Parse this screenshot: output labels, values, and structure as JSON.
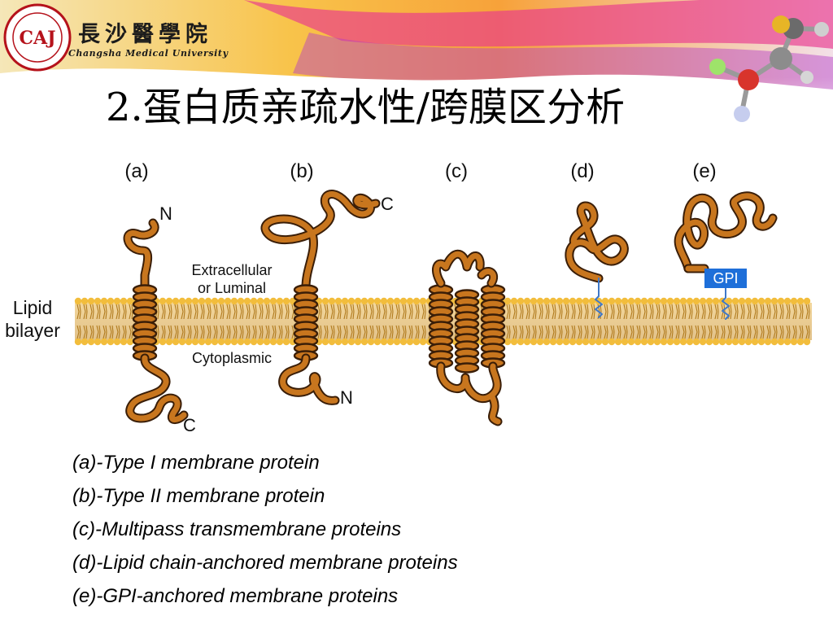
{
  "header": {
    "university_name_cn": "長沙醫學院",
    "university_name_en": "Changsha Medical University",
    "slide_title": "2.蛋白质亲疏水性/跨膜区分析"
  },
  "logo": {
    "emblem_text": "CAJ"
  },
  "diagram": {
    "panel_labels": [
      "(a)",
      "(b)",
      "(c)",
      "(d)",
      "(e)"
    ],
    "lipid_bilayer_label": [
      "Lipid",
      "bilayer"
    ],
    "extracellular_label": [
      "Extracellular",
      "or Luminal"
    ],
    "cytoplasmic_label": "Cytoplasmic",
    "terminus_labels": {
      "a_top": "N",
      "a_bottom": "C",
      "b_top": "C",
      "b_bottom": "N"
    },
    "gpi_label": "GPI"
  },
  "legend": {
    "items": [
      "(a)-Type I membrane protein",
      "(b)-Type II membrane protein",
      "(c)-Multipass transmembrane proteins",
      "(d)-Lipid chain-anchored membrane proteins",
      "(e)-GPI-anchored membrane proteins"
    ]
  },
  "colors": {
    "protein": "#c8761e",
    "protein_outline": "#3a1e08",
    "lipid_head": "#f2bd3c",
    "lipid_tail": "#d9a33a",
    "gpi_box": "#1e6fd9",
    "anchor": "#3f78c8"
  }
}
